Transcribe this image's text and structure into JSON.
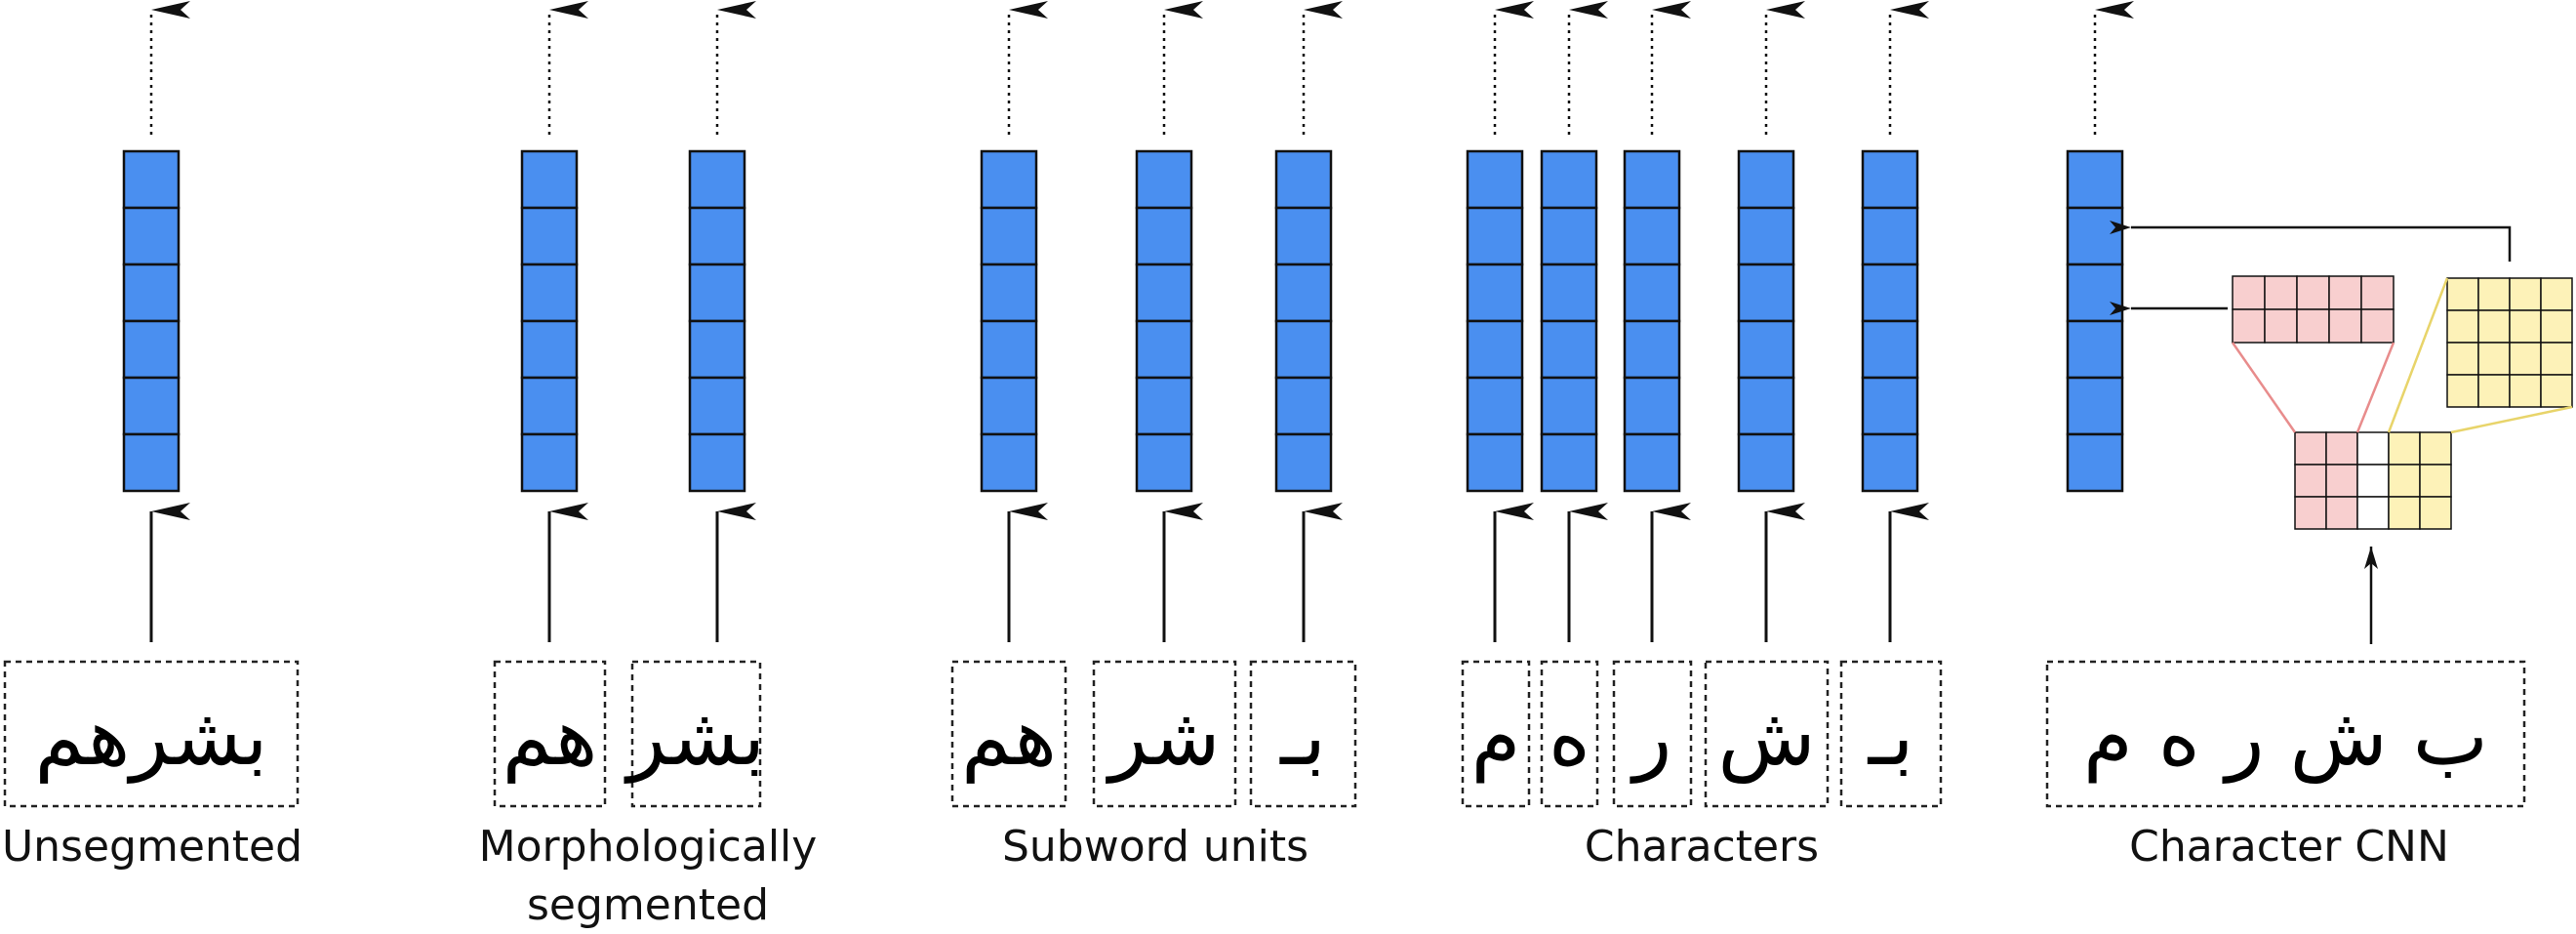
{
  "colors": {
    "embedding": "#4a8ff0",
    "filter_pink": "#f8cfcf",
    "filter_yellow": "#fdf2b8",
    "filter_pink_line": "#e88c8c",
    "filter_yellow_line": "#e8d46a",
    "stroke": "#111111"
  },
  "icons": {
    "up_arrow": "arrow-up-icon",
    "dotted_output": "dotted-arrow-up-icon"
  },
  "groups": [
    {
      "id": "unsegmented",
      "caption_lines": [
        "Unsegmented"
      ],
      "tokens": [
        "بشرهم"
      ]
    },
    {
      "id": "morph",
      "caption_lines": [
        "Morphologically",
        "segmented"
      ],
      "tokens": [
        "هم",
        "بشر"
      ]
    },
    {
      "id": "subword",
      "caption_lines": [
        "Subword units"
      ],
      "tokens": [
        "هم",
        "شر",
        "بـ"
      ]
    },
    {
      "id": "chars",
      "caption_lines": [
        "Characters"
      ],
      "tokens": [
        "م",
        "ه",
        "ر",
        "ش",
        "بـ"
      ]
    },
    {
      "id": "charcnn",
      "caption_lines": [
        "Character CNN"
      ],
      "tokens": [
        "ب ش ر ه م"
      ]
    }
  ]
}
